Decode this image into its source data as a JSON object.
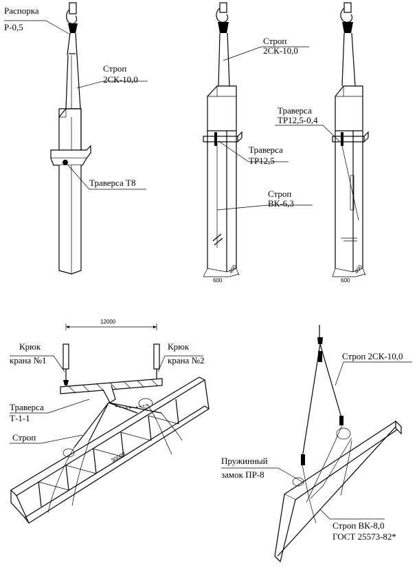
{
  "figure1": {
    "label_spacer": [
      "Распорка",
      "Р-0,5"
    ],
    "label_sling": [
      "Строп",
      "2СК-10,0"
    ],
    "label_traverse": "Траверса Т8"
  },
  "figure2": {
    "label_sling_top": [
      "Строп",
      "2СК-10,0"
    ],
    "label_traverse": [
      "Траверса",
      "ТР12,5"
    ],
    "label_sling_bottom": [
      "Строп",
      "ВК-6,3"
    ],
    "dim_width": "600",
    "dim_depth": "400"
  },
  "figure3": {
    "label_traverse": [
      "Траверса",
      "ТР12,5-0,4"
    ],
    "dim_width": "600",
    "dim_depth": "400"
  },
  "figure4": {
    "dim_span_top": "12000",
    "label_hook1": [
      "Крюк",
      "крана №1"
    ],
    "label_hook2": [
      "Крюк",
      "крана №2"
    ],
    "label_traverse": [
      "Траверса",
      "Т-1-1"
    ],
    "label_sling": "Строп",
    "dim_length": "30000"
  },
  "figure5": {
    "label_sling_top": "Строп 2СК-10,0",
    "label_lock": [
      "Пружинный",
      "замок ПР-8"
    ],
    "label_sling_bottom": [
      "Строп ВК-8,0",
      "ГОСТ 25573-82*"
    ]
  }
}
